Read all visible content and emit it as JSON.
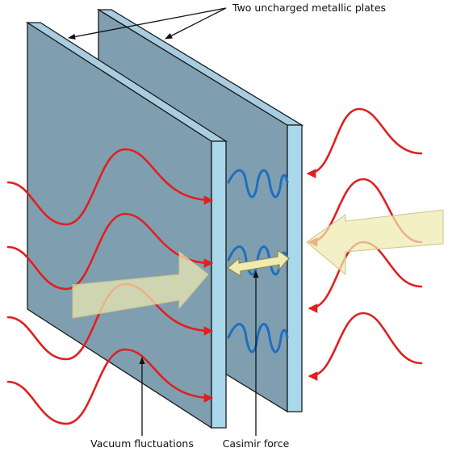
{
  "labels": {
    "plates": "Two uncharged metallic plates",
    "vacuum": "Vacuum fluctuations",
    "casimir": "Casimir force"
  },
  "colors": {
    "plate_face": "#7f9fb0",
    "plate_top": "#a9cde0",
    "plate_edge": "#a9d8ec",
    "outline": "#1a1a1a",
    "wave_outside": "#e02020",
    "wave_inside": "#1e6fc0",
    "force_arrow_fill": "#efeab0",
    "force_arrow_stroke": "#c9c58a",
    "force_arrow_opacity": "0.72"
  },
  "icons": {
    "outside_wave": "red-sine-wave-arrow",
    "inside_wave": "blue-standing-wave",
    "push_arrow": "wide-yellow-arrow",
    "casimir_arrow": "double-headed-arrow"
  }
}
